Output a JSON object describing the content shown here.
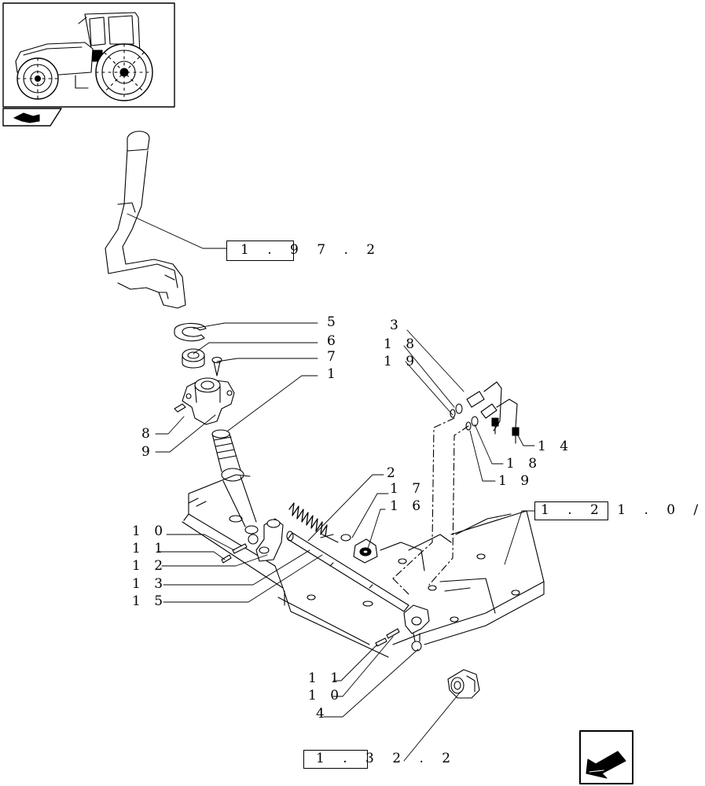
{
  "thumbnail": {
    "icon": "tractor-thumbnail-icon",
    "tab_icon": "wrench-book-icon"
  },
  "references": {
    "handle": "1 . 9 7 . 2",
    "frame": "1 . 2 1 . 0 /",
    "bracket": "1 . 3 2 . 2"
  },
  "callouts": [
    {
      "id": "c5",
      "text": "5"
    },
    {
      "id": "c6",
      "text": "6"
    },
    {
      "id": "c7",
      "text": "7"
    },
    {
      "id": "c1",
      "text": "1"
    },
    {
      "id": "c8",
      "text": "8"
    },
    {
      "id": "c9",
      "text": "9"
    },
    {
      "id": "c3",
      "text": "3"
    },
    {
      "id": "c18a",
      "text": "1 8"
    },
    {
      "id": "c19a",
      "text": "1 9"
    },
    {
      "id": "c14",
      "text": "1 4"
    },
    {
      "id": "c18b",
      "text": "1 8"
    },
    {
      "id": "c19b",
      "text": "1 9"
    },
    {
      "id": "c2",
      "text": "2"
    },
    {
      "id": "c17",
      "text": "1 7"
    },
    {
      "id": "c16",
      "text": "1 6"
    },
    {
      "id": "c10a",
      "text": "1 0"
    },
    {
      "id": "c11a",
      "text": "1 1"
    },
    {
      "id": "c12",
      "text": "1 2"
    },
    {
      "id": "c13",
      "text": "1 3"
    },
    {
      "id": "c15",
      "text": "1 5"
    },
    {
      "id": "c11b",
      "text": "1 1"
    },
    {
      "id": "c10b",
      "text": "1 0"
    },
    {
      "id": "c4",
      "text": "4"
    }
  ],
  "nav": {
    "icon": "next-page-arrow-icon"
  }
}
